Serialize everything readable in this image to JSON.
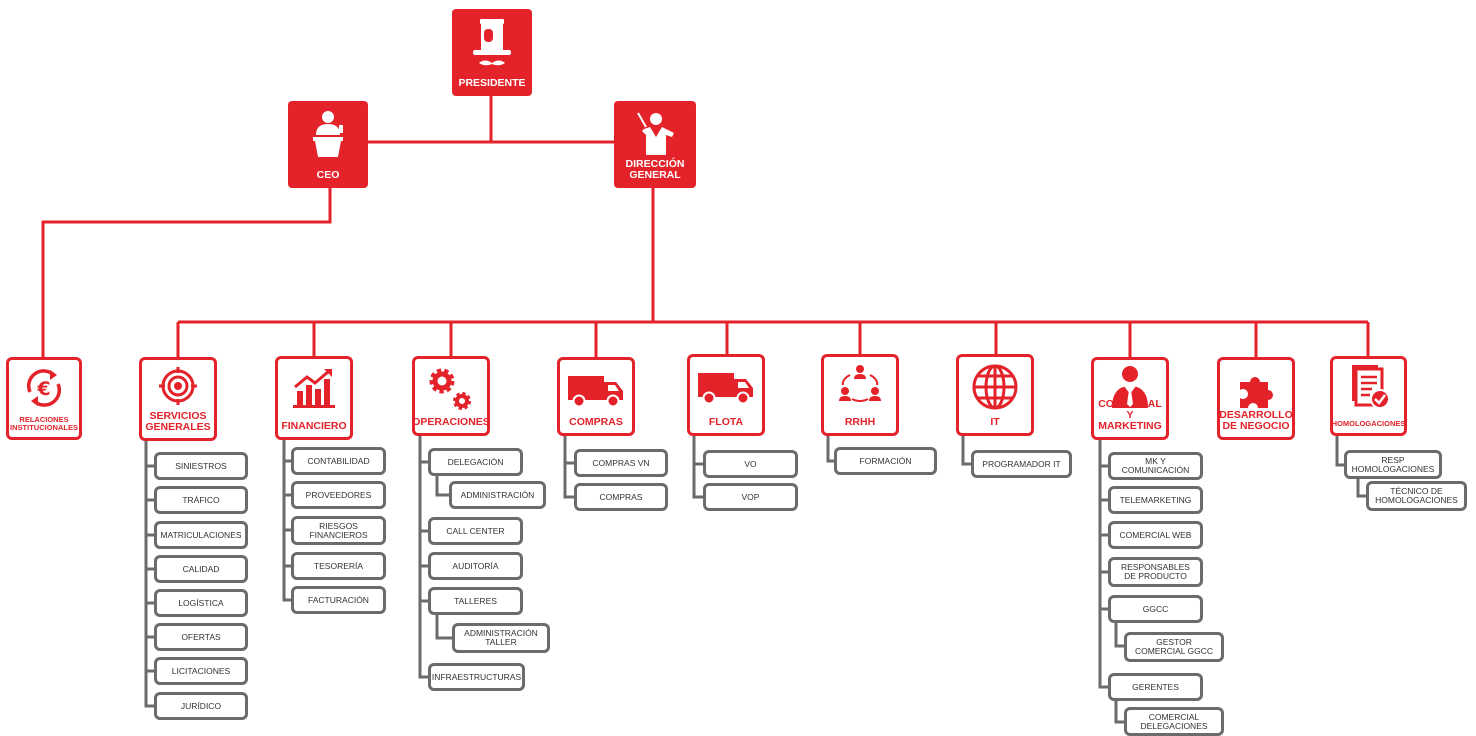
{
  "top": {
    "presidente": {
      "label": "PRESIDENTE",
      "icon": "top-hat-icon"
    },
    "ceo": {
      "label": "CEO",
      "icon": "speaker-podium-icon"
    },
    "direccion": {
      "label": "DIRECCIÓN\nGENERAL",
      "icon": "conductor-icon"
    }
  },
  "departments": {
    "relaciones": {
      "label": "RELACIONES\nINSTITUCIONALES",
      "icon": "euro-cycle-icon"
    },
    "servicios": {
      "label": "SERVICIOS\nGENERALES",
      "icon": "target-icon",
      "items": [
        "SINIESTROS",
        "TRÁFICO",
        "MATRICULACIONES",
        "CALIDAD",
        "LOGÍSTICA",
        "OFERTAS",
        "LICITACIONES",
        "JURÍDICO"
      ]
    },
    "financiero": {
      "label": "FINANCIERO",
      "icon": "growth-chart-icon",
      "items": [
        "CONTABILIDAD",
        "PROVEEDORES",
        "RIESGOS\nFINANCIEROS",
        "TESORERÍA",
        "FACTURACIÓN"
      ]
    },
    "operaciones": {
      "label": "OPERACIONES",
      "icon": "gears-icon",
      "items": [
        "DELEGACIÓN",
        "ADMINISTRACIÓN",
        "CALL CENTER",
        "AUDITORÍA",
        "TALLERES",
        "ADMINISTRACIÓN\nTALLER",
        "INFRAESTRUCTURAS"
      ]
    },
    "compras": {
      "label": "COMPRAS",
      "icon": "van-icon",
      "items": [
        "COMPRAS VN",
        "COMPRAS"
      ]
    },
    "flota": {
      "label": "FLOTA",
      "icon": "van-icon",
      "items": [
        "VO",
        "VOP"
      ]
    },
    "rrhh": {
      "label": "RRHH",
      "icon": "people-network-icon",
      "items": [
        "FORMACIÓN"
      ]
    },
    "it": {
      "label": "IT",
      "icon": "globe-icon",
      "items": [
        "PROGRAMADOR IT"
      ]
    },
    "comercial": {
      "label": "COMERCIAL Y\nMARKETING",
      "icon": "businessman-icon",
      "items": [
        "MK Y COMUNICACIÓN",
        "TELEMARKETING",
        "COMERCIAL WEB",
        "RESPONSABLES\nDE PRODUCTO",
        "GGCC",
        "GESTOR\nCOMERCIAL GGCC",
        "GERENTES",
        "COMERCIAL\nDELEGACIONES"
      ]
    },
    "desarrollo": {
      "label": "DESARROLLO\nDE NEGOCIO",
      "icon": "puzzle-piece-icon"
    },
    "homologaciones": {
      "label": "HOMOLOGACIONES",
      "icon": "document-check-icon",
      "items": [
        "RESP\nHOMOLOGACIONES",
        "TÉCNICO DE\nHOMOLOGACIONES"
      ]
    }
  },
  "colors": {
    "accent": "#e3222a",
    "box_border": "#6b6b6b",
    "text": "#333333"
  }
}
